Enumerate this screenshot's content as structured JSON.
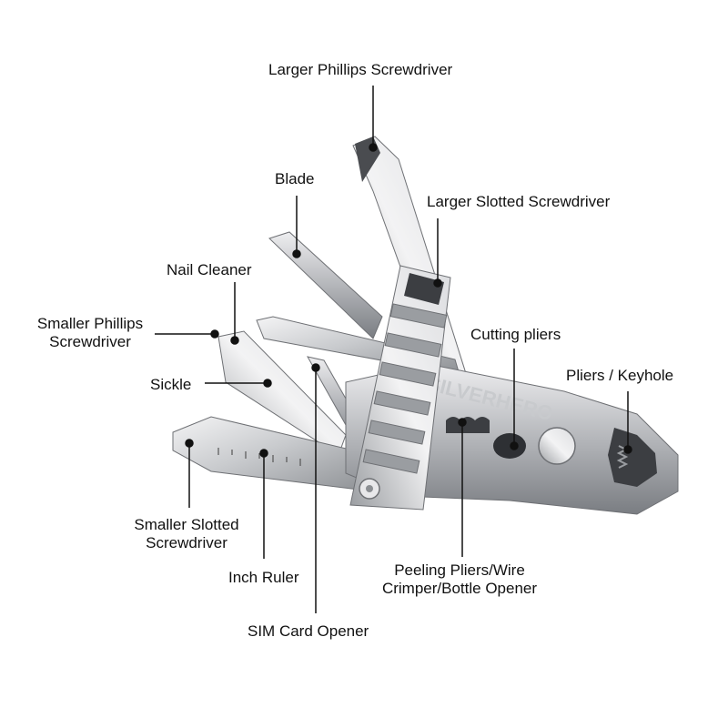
{
  "labels": {
    "larger_phillips": "Larger Phillips Screwdriver",
    "blade": "Blade",
    "larger_slotted": "Larger Slotted Screwdriver",
    "nail_cleaner": "Nail Cleaner",
    "smaller_phillips": [
      "Smaller Phillips",
      "Screwdriver"
    ],
    "cutting_pliers": "Cutting pliers",
    "pliers_keyhole": "Pliers / Keyhole",
    "sickle": "Sickle",
    "smaller_slotted": [
      "Smaller Slotted",
      "Screwdriver"
    ],
    "inch_ruler": "Inch Ruler",
    "peeling_pliers": [
      "Peeling Pliers/Wire",
      "Crimper/Bottle Opener"
    ],
    "sim_card_opener": "SIM Card Opener"
  },
  "brand_text": "SILVERHERO",
  "colors": {
    "leader": "#111111",
    "steel_light": "#e8e8ea",
    "steel_mid": "#b9bbbe",
    "steel_dark": "#6e7074"
  }
}
